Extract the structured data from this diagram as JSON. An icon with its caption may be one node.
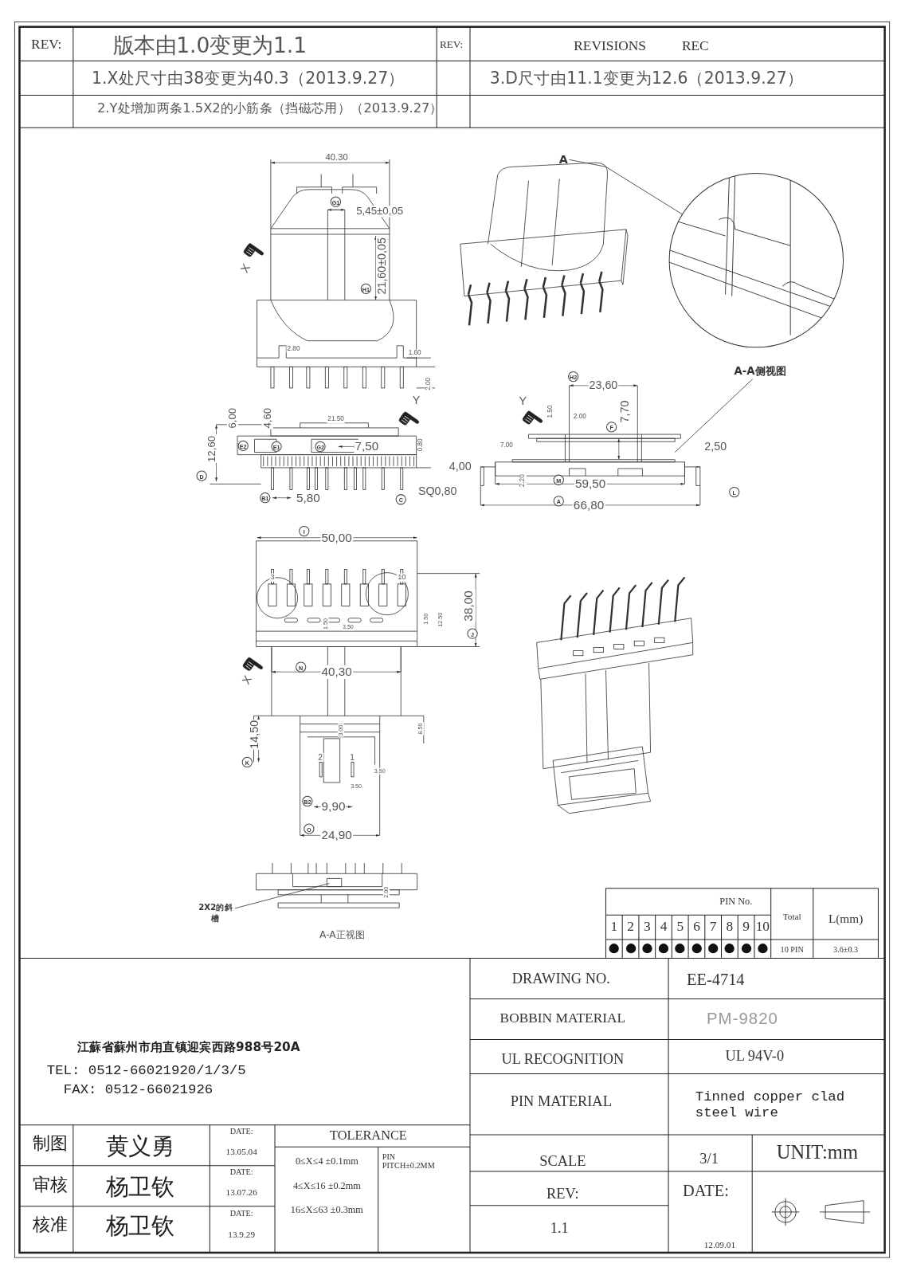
{
  "diagram": {
    "nodes": [
      {
        "text": [
          "A-A侧视图"
        ]
      },
      {
        "text": [
          "A"
        ]
      },
      {
        "text": [],
        "shape": "circle"
      },
      {
        "text": [
          "2X2的斜槽"
        ]
      }
    ],
    "edges": [
      {
        "from": 0,
        "to": null,
        "arrow": "none"
      },
      {
        "from": 1,
        "to": 2,
        "arrow": "none"
      },
      {
        "from": 3,
        "to": null,
        "arrow": "none"
      }
    ],
    "labels": [
      "REV:",
      "版本由1.0变更为1.1",
      "REV:",
      "REVISIONS",
      "REC",
      "1.X处尺寸由38变更为40.3（2013.9.27）",
      "3.D尺寸由11.1变更为12.6（2013.9.27）",
      "2.Y处增加两条1.5X2的小筋条（挡磁芯用）（2013.9.27）",
      "40.30",
      "G1",
      "5,45±0,05",
      "21,60±0,05",
      "H1",
      "X",
      "2.80",
      "1.60",
      "2.00",
      "6,00",
      "4,60",
      "21.50",
      "Y",
      "12,60",
      "E2",
      "E1",
      "G2",
      "7,50",
      "0.80",
      "D",
      "B1",
      "5,80",
      "SQ0,80",
      "C",
      "H2",
      "23,60",
      "Y",
      "1.50",
      "2.00",
      "F",
      "7,70",
      "7.00",
      "2,50",
      "4,00",
      "2.20",
      "M",
      "59,50",
      "L",
      "A",
      "66,80",
      "I",
      "50,00",
      "3",
      "10",
      "1.50",
      "3.50",
      "1.50",
      "12.50",
      "38,00",
      "J",
      "N",
      "40,30",
      "X",
      "14,50",
      "K",
      "3.00",
      "8.50",
      "2",
      "1",
      "3.50",
      "3.50",
      "B2",
      "9,90",
      "O",
      "24,90",
      "2.00",
      "A-A正视图",
      "PIN No.",
      "1",
      "2",
      "3",
      "4",
      "5",
      "6",
      "7",
      "8",
      "9",
      "10",
      "Total",
      "L(mm)",
      "10 PIN",
      "3.6±0.3",
      "江蘇省蘇州市甪直镇迎宾西路988号20A",
      "TEL: 0512-66021920/1/3/5",
      "FAX: 0512-66021926",
      "DRAWING NO.",
      "EE-4714",
      "BOBBIN MATERIAL",
      "PM-9820",
      "UL RECOGNITION",
      "UL 94V-0",
      "PIN MATERIAL",
      "Tinned copper clad steel wire",
      "SCALE",
      "3/1",
      "UNIT:mm",
      "REV:",
      "DATE:",
      "1.1",
      "12.09.01",
      "制图",
      "黄义勇",
      "DATE:",
      "13.05.04",
      "TOLERANCE",
      "0≤X≤4 ±0.1mm",
      "PIN PITCH±0.2MM",
      "审核",
      "杨卫钦",
      "DATE:",
      "13.07.26",
      "4≤X≤16 ±0.2mm",
      "核准",
      "杨卫钦",
      "DATE:",
      "13.9.29",
      "16≤X≤63 ±0.3mm"
    ]
  }
}
